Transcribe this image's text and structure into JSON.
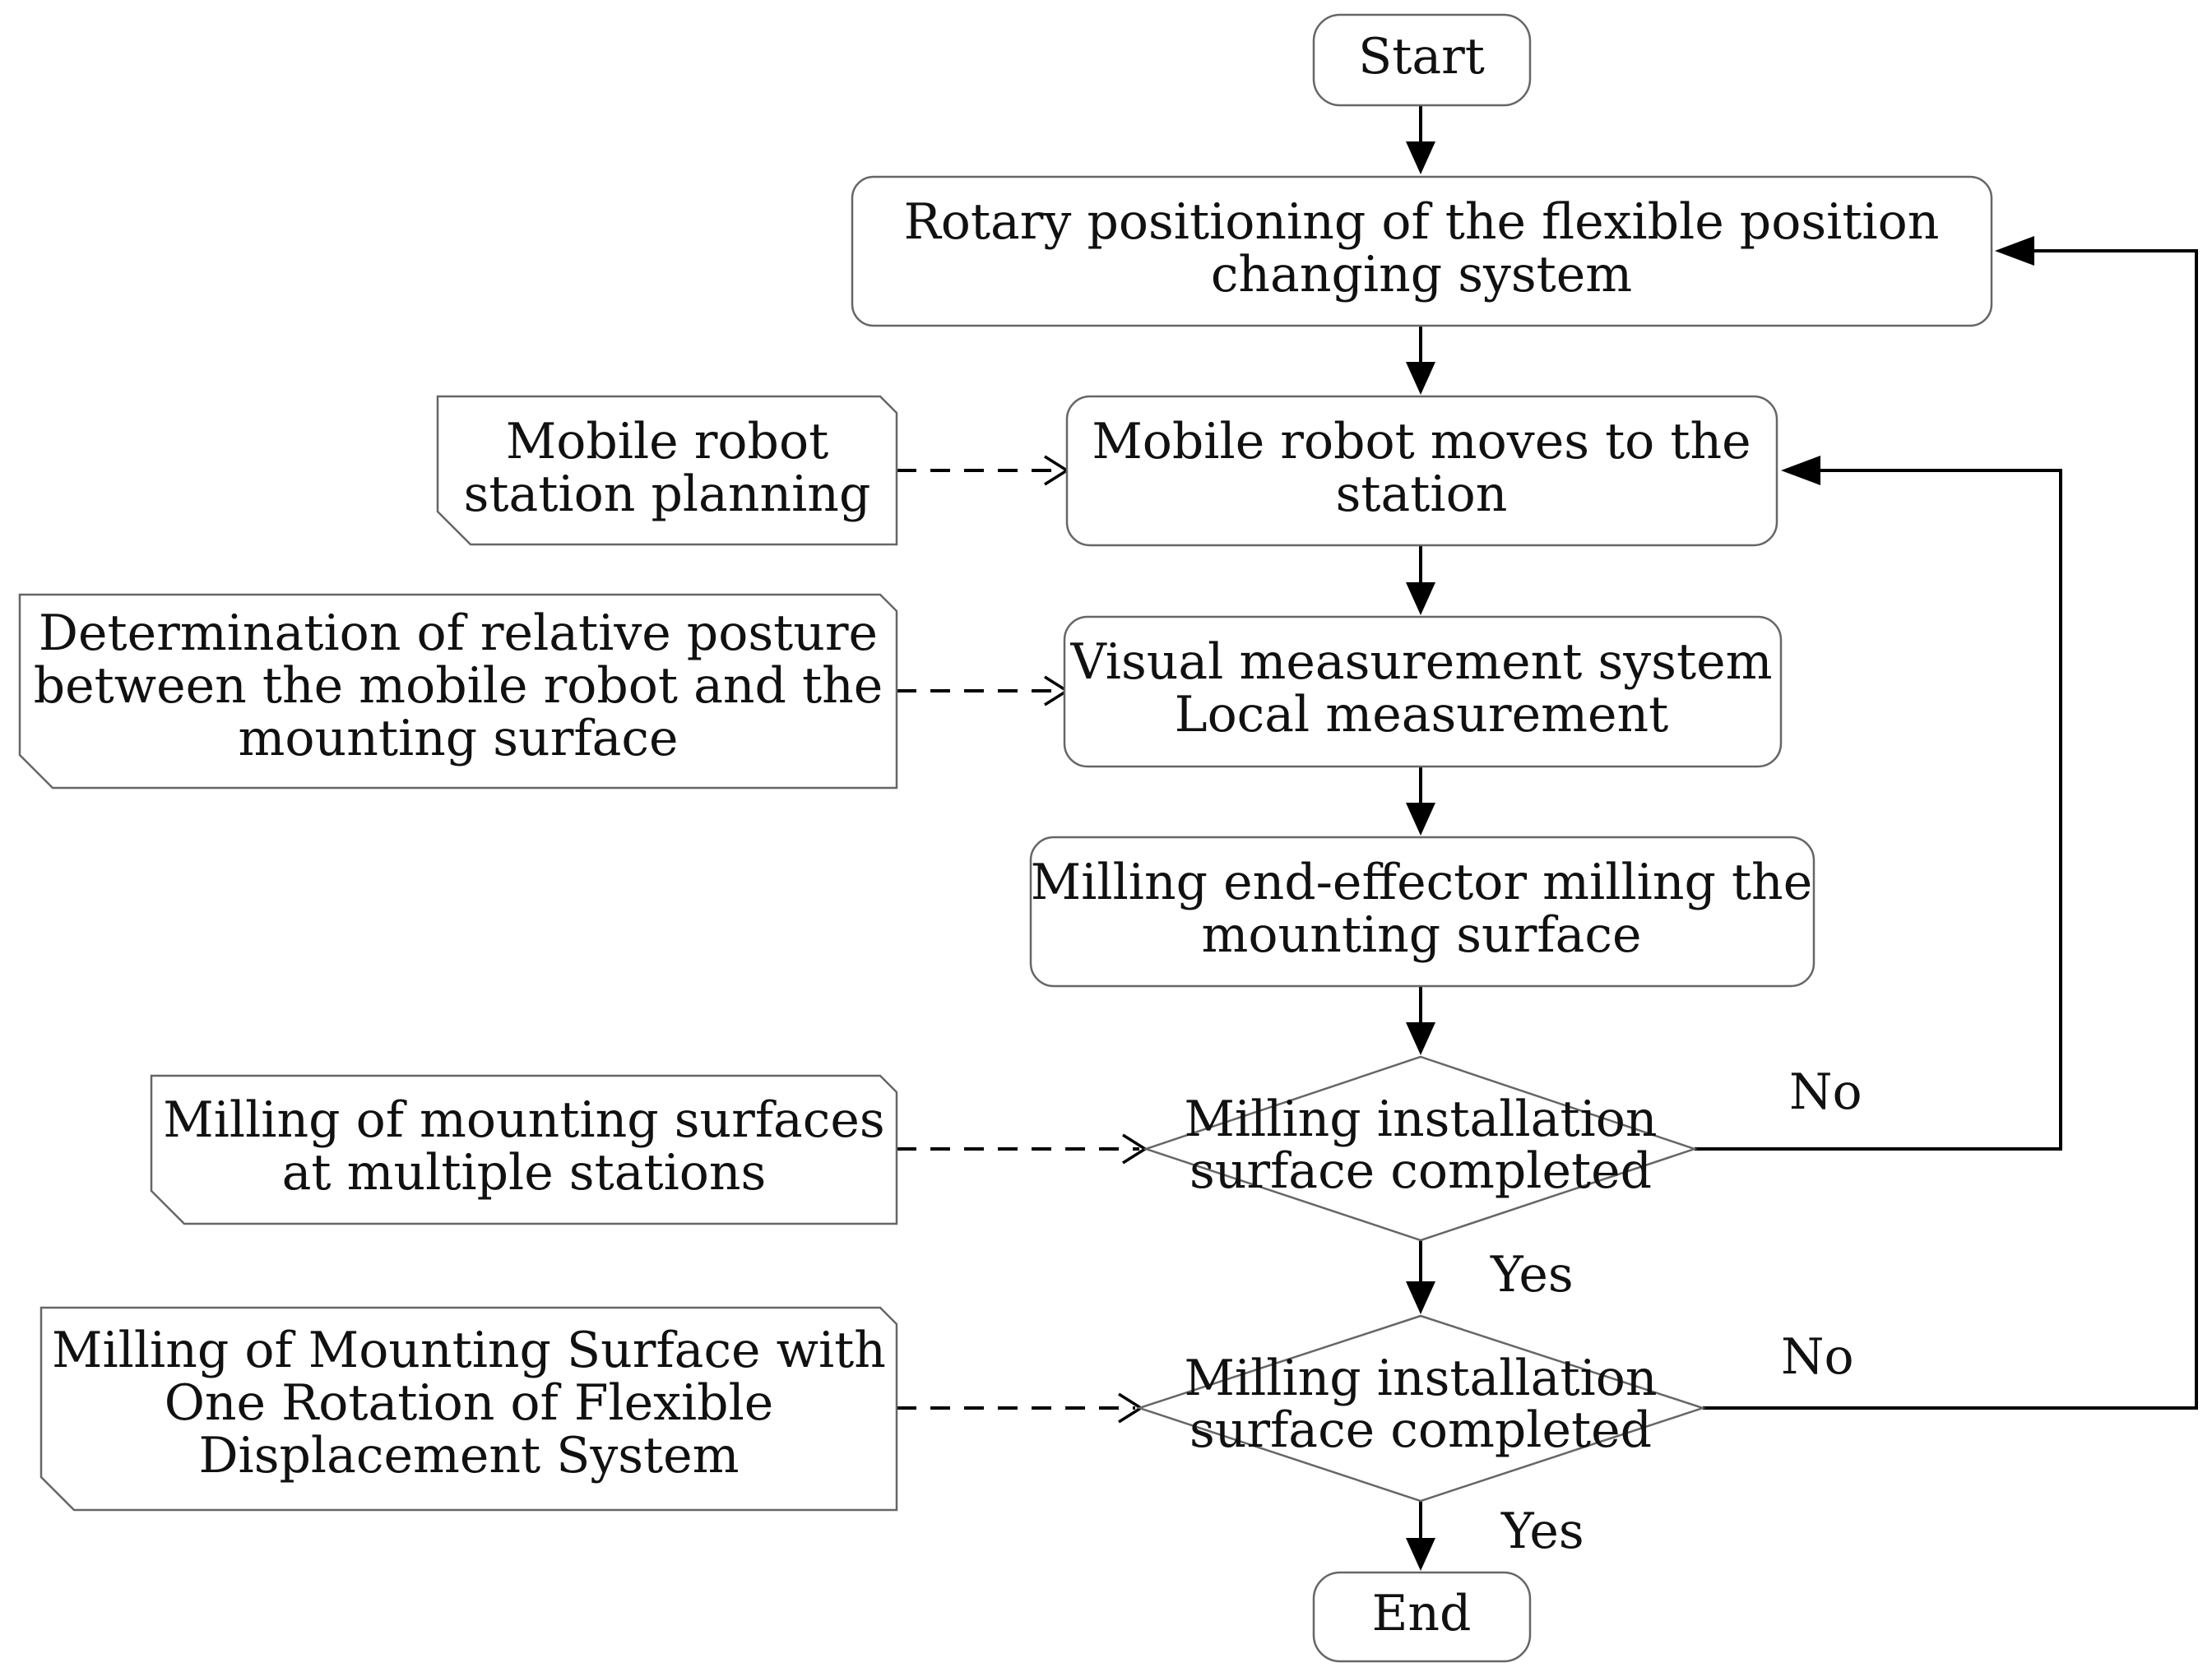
{
  "nodes": {
    "start": {
      "lines": [
        "Start"
      ]
    },
    "rotary": {
      "lines": [
        "Rotary positioning of the flexible position",
        "changing system"
      ]
    },
    "robot_moves": {
      "lines": [
        "Mobile robot moves to the",
        "station"
      ]
    },
    "visual": {
      "lines": [
        "Visual measurement system",
        "Local measurement"
      ]
    },
    "milling_end": {
      "lines": [
        "Milling end-effector milling the",
        "mounting surface"
      ]
    },
    "decision_1": {
      "lines": [
        "Milling installation",
        "surface completed"
      ]
    },
    "decision_2": {
      "lines": [
        "Milling installation",
        "surface completed"
      ]
    },
    "end": {
      "lines": [
        "End"
      ]
    }
  },
  "notes": {
    "station_planning": {
      "lines": [
        "Mobile robot",
        "station planning"
      ]
    },
    "relative_posture": {
      "lines": [
        "Determination of relative posture",
        "between the mobile robot and the",
        "mounting surface"
      ]
    },
    "multi_station": {
      "lines": [
        "Milling of mounting surfaces",
        "at multiple stations"
      ]
    },
    "one_rotation": {
      "lines": [
        "Milling of Mounting Surface with",
        "One Rotation of Flexible",
        "Displacement System"
      ]
    }
  },
  "edge_labels": {
    "d1_no": "No",
    "d1_yes": "Yes",
    "d2_no": "No",
    "d2_yes": "Yes"
  }
}
